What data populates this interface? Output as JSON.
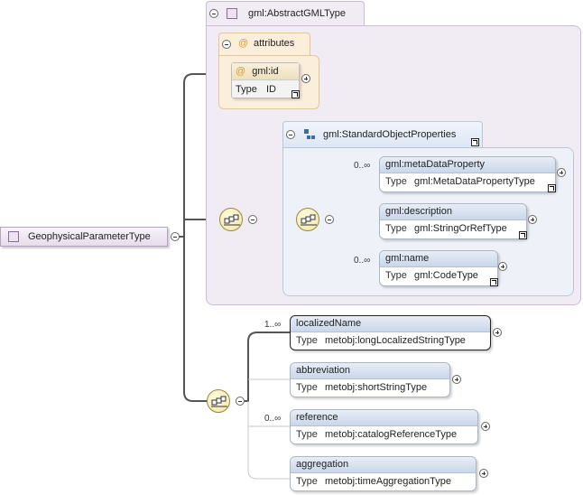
{
  "root": {
    "name": "GeophysicalParameterType"
  },
  "abstract_type": {
    "name": "gml:AbstractGMLType"
  },
  "attributes": {
    "label": "attributes",
    "items": [
      {
        "name": "gml:id",
        "type_label": "Type",
        "type": "ID"
      }
    ]
  },
  "group": {
    "name": "gml:StandardObjectProperties",
    "elements": [
      {
        "name": "gml:metaDataProperty",
        "type_label": "Type",
        "type": "gml:MetaDataPropertyType",
        "occurrence": "0..∞"
      },
      {
        "name": "gml:description",
        "type_label": "Type",
        "type": "gml:StringOrRefType",
        "occurrence": ""
      },
      {
        "name": "gml:name",
        "type_label": "Type",
        "type": "gml:CodeType",
        "occurrence": "0..∞"
      }
    ]
  },
  "sequence_elements": [
    {
      "name": "localizedName",
      "type_label": "Type",
      "type": "metobj:longLocalizedStringType",
      "occurrence": "1..∞"
    },
    {
      "name": "abbreviation",
      "type_label": "Type",
      "type": "metobj:shortStringType",
      "occurrence": ""
    },
    {
      "name": "reference",
      "type_label": "Type",
      "type": "metobj:catalogReferenceType",
      "occurrence": "0..∞"
    },
    {
      "name": "aggregation",
      "type_label": "Type",
      "type": "metobj:timeAggregationType",
      "occurrence": ""
    }
  ]
}
